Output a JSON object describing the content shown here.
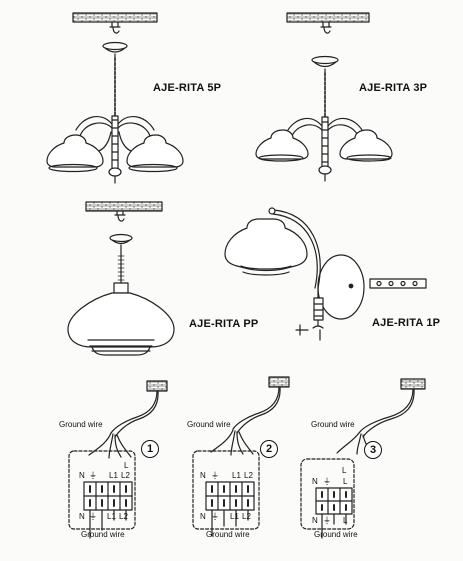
{
  "models": {
    "five_p": "AJE-RITA 5P",
    "three_p": "AJE-RITA 3P",
    "pp": "AJE-RITA PP",
    "one_p": "AJE-RITA 1P"
  },
  "wiring": {
    "ground_wire": "Ground wire",
    "steps": [
      "1",
      "2",
      "3"
    ],
    "terminals": {
      "n": "N",
      "earth": "⏚",
      "l1": "L1",
      "l2": "L2",
      "l": "L"
    }
  }
}
